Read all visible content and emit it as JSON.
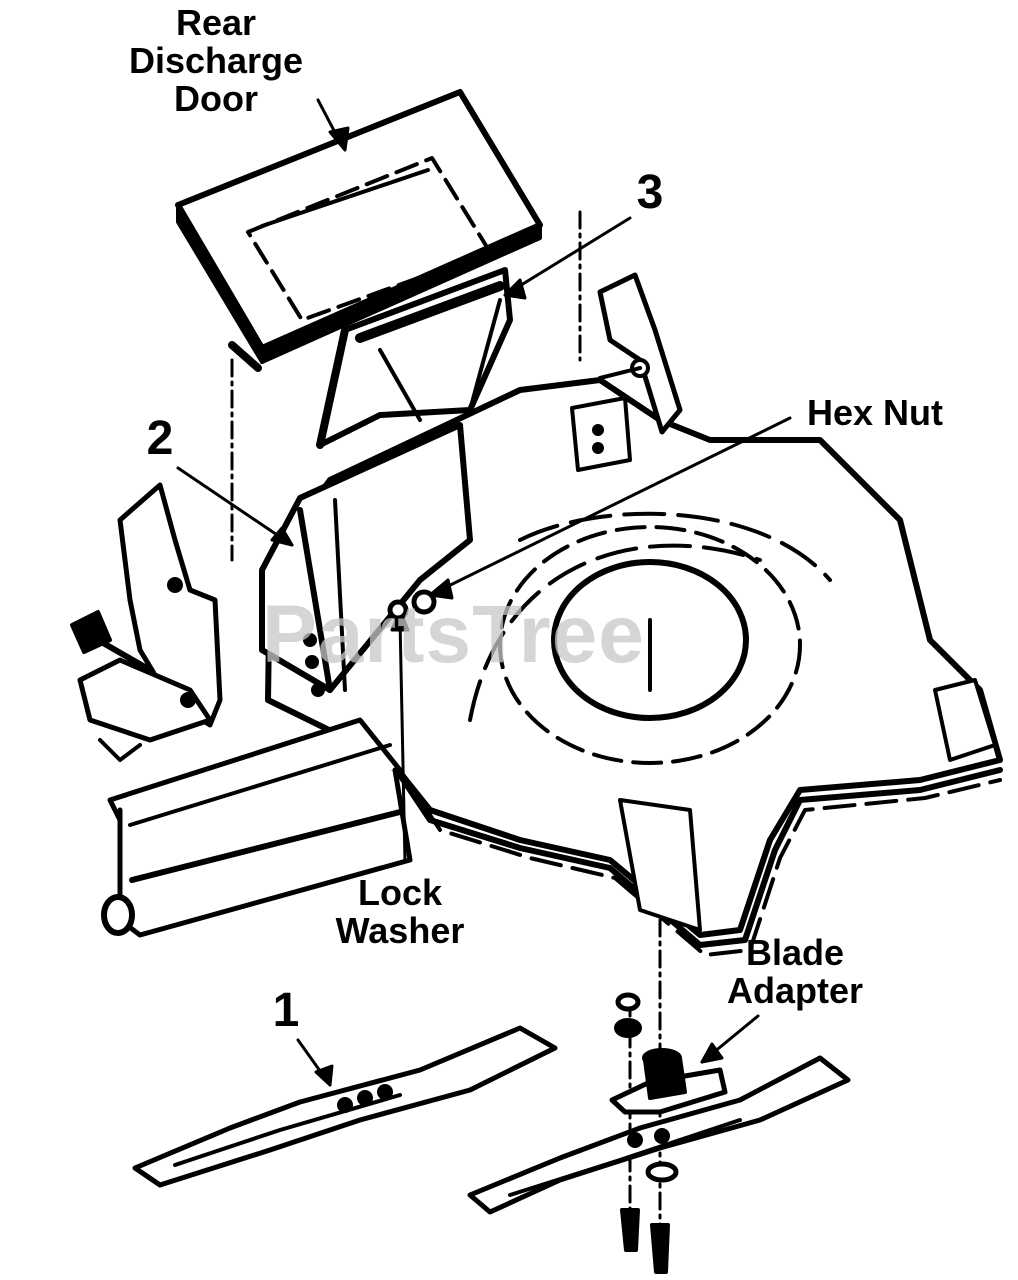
{
  "labels": {
    "rear_discharge_door": [
      "Rear",
      "Discharge",
      "Door"
    ],
    "hex_nut": "Hex Nut",
    "lock_washer": [
      "Lock",
      "Washer"
    ],
    "blade_adapter": [
      "Blade",
      "Adapter"
    ],
    "callout_1": "1",
    "callout_2": "2",
    "callout_3": "3"
  },
  "watermark": "PartsTree",
  "colors": {
    "ink": "#000000",
    "background": "#ffffff",
    "watermark": "#c8c8c8"
  }
}
